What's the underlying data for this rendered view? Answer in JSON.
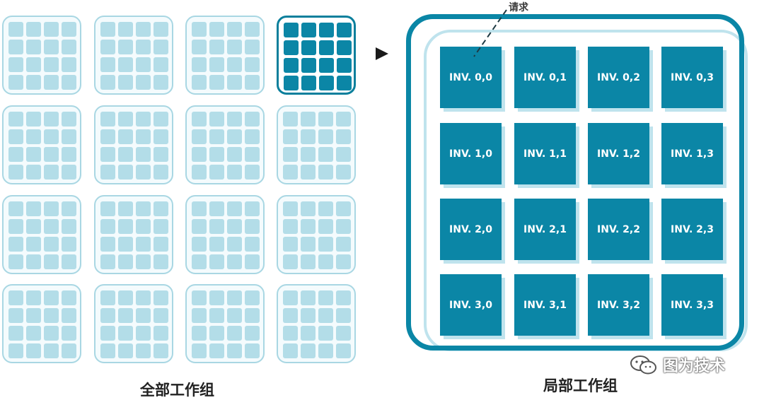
{
  "title": {
    "global_caption": "全部工作组",
    "local_caption": "局部工作组",
    "request_label": "请求"
  },
  "global_grid": {
    "rows": 4,
    "cols": 4,
    "cells_per_group": "4x4",
    "active_group": "row 0, col 3"
  },
  "local_group": {
    "invocations": [
      [
        "INV. 0,0",
        "INV. 0,1",
        "INV. 0,2",
        "INV. 0,3"
      ],
      [
        "INV. 1,0",
        "INV. 1,1",
        "INV. 1,2",
        "INV. 1,3"
      ],
      [
        "INV. 2,0",
        "INV. 2,1",
        "INV. 2,2",
        "INV. 2,3"
      ],
      [
        "INV. 3,0",
        "INV. 3,1",
        "INV. 3,2",
        "INV. 3,3"
      ]
    ]
  },
  "watermark": {
    "text": "图为技术"
  },
  "colors": {
    "accent": "#0b86a6",
    "light": "#b3dde8",
    "frame": "#0a86a6"
  },
  "icons": {
    "arrow": "play-arrow-icon",
    "watermark_logo": "wechat-logo-icon"
  }
}
